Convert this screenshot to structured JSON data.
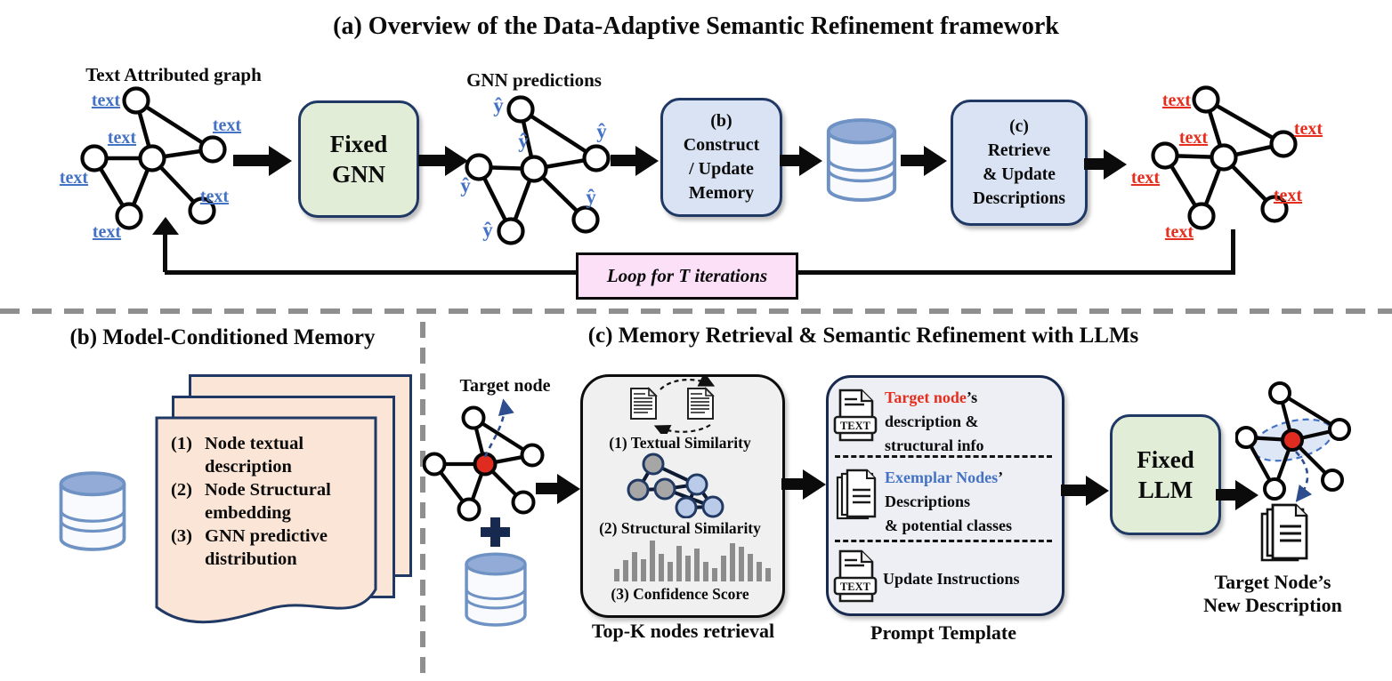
{
  "section_a": {
    "title": "(a) Overview of the Data-Adaptive Semantic Refinement framework",
    "input_graph_label": "Text Attributed graph",
    "node_text_label": "text",
    "gnn_box_label": "Fixed\nGNN",
    "predictions_label": "GNN predictions",
    "prediction_node_label": "ŷ",
    "memory_box_label": "(b)\nConstruct\n/ Update\nMemory",
    "retrieve_box_label": "(c)\nRetrieve\n& Update\nDescriptions",
    "refined_node_label": "text",
    "loop_label": "Loop for T iterations"
  },
  "section_b": {
    "title": "(b) Model-Conditioned Memory",
    "items": [
      {
        "num": "(1)",
        "text": "Node textual description"
      },
      {
        "num": "(2)",
        "text": "Node Structural embedding"
      },
      {
        "num": "(3)",
        "text": "GNN predictive distribution"
      }
    ]
  },
  "section_c": {
    "title": "(c) Memory Retrieval & Semantic Refinement with LLMs",
    "target_node_label": "Target node",
    "topk": {
      "caption_textual": "(1) Textual Similarity",
      "caption_structural": "(2) Structural Similarity",
      "caption_confidence": "(3) Confidence Score",
      "box_label": "Top-K nodes retrieval",
      "confidence_bars": [
        28,
        48,
        66,
        50,
        92,
        62,
        45,
        80,
        58,
        74,
        45,
        30,
        58,
        86,
        78,
        62,
        45,
        30
      ]
    },
    "prompt": {
      "icon_text": "TEXT",
      "row1_highlight": "Target node",
      "row1_rest": "’s",
      "row1_line2": "description &",
      "row1_line3": "structural info",
      "row2_highlight": "Exemplar Nodes",
      "row2_rest": "’",
      "row2_line2": "Descriptions",
      "row2_line3": "& potential classes",
      "row3_text": "Update Instructions",
      "box_label": "Prompt Template"
    },
    "llm_box_label": "Fixed\nLLM",
    "result_label_line1": "Target Node’s",
    "result_label_line2": "New Description"
  },
  "colors": {
    "accent_blue_text": "#4472c4",
    "accent_red_text": "#e62e1e",
    "box_green": "#e2edd8",
    "box_blue": "#dae3f3",
    "box_pink": "#fbe0f7",
    "page_peach": "#fbe5d6",
    "border_navy": "#1f3864"
  }
}
